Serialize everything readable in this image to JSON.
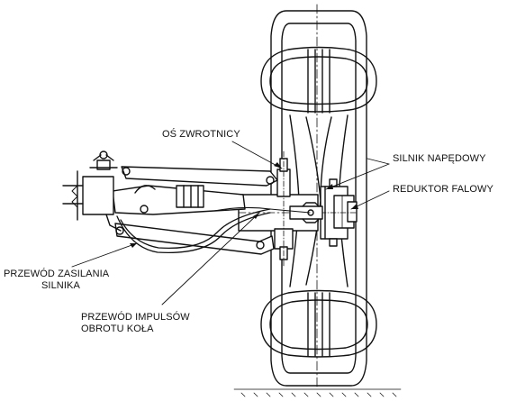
{
  "labels": {
    "os_zwrotnicy": "OŚ ZWROTNICY",
    "silnik_napedowy": "SILNIK NAPĘDOWY",
    "reduktor_falowy": "REDUKTOR FALOWY",
    "przewod_zasilania_line1": "PRZEWÓD ZASILANIA",
    "przewod_zasilania_line2": "SILNIKA",
    "przewod_impulsow_line1": "PRZEWÓD IMPULSÓW",
    "przewod_impulsow_line2": "OBROTU KOŁA"
  },
  "colors": {
    "ink": "#111111",
    "paper": "#ffffff"
  }
}
